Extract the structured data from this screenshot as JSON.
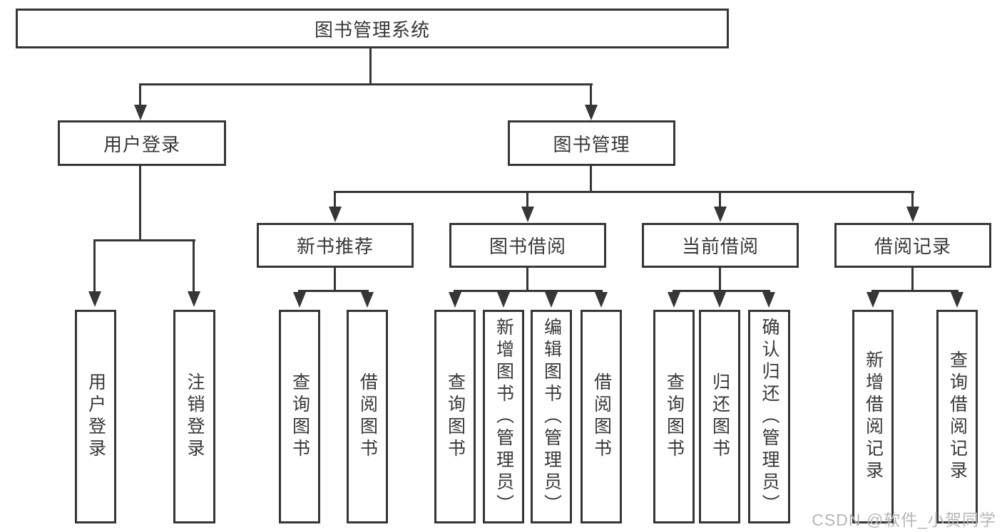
{
  "watermark": "CSDN @软件_小贺同学",
  "colors": {
    "line": "#363636",
    "text": "#383838",
    "watermark_text": "#b9b5b5",
    "background": "#ffffff"
  },
  "tree": {
    "label": "图书管理系统",
    "children": [
      {
        "label": "用户登录",
        "children": [
          {
            "label": "用户登录"
          },
          {
            "label": "注销登录"
          }
        ]
      },
      {
        "label": "图书管理",
        "children": [
          {
            "label": "新书推荐",
            "children": [
              {
                "label": "查询图书"
              },
              {
                "label": "借阅图书"
              }
            ]
          },
          {
            "label": "图书借阅",
            "children": [
              {
                "label": "查询图书"
              },
              {
                "label": "新增图书（管理员）"
              },
              {
                "label": "编辑图书（管理员）"
              },
              {
                "label": "借阅图书"
              }
            ]
          },
          {
            "label": "当前借阅",
            "children": [
              {
                "label": "查询图书"
              },
              {
                "label": "归还图书"
              },
              {
                "label": "确认归还（管理员）"
              }
            ]
          },
          {
            "label": "借阅记录",
            "children": [
              {
                "label": "新增借阅记录"
              },
              {
                "label": "查询借阅记录"
              }
            ]
          }
        ]
      }
    ]
  }
}
